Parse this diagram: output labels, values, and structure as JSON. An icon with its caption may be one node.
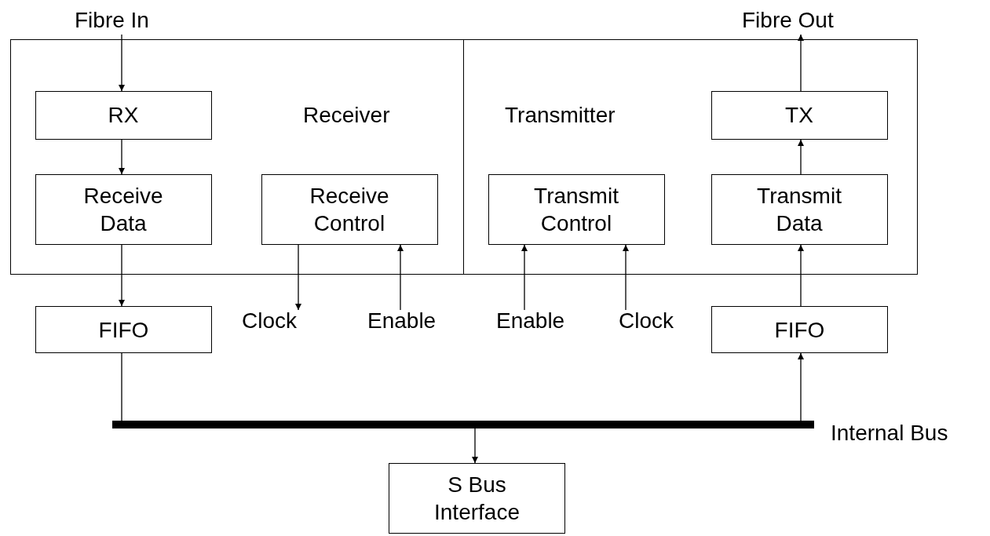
{
  "diagram": {
    "nodes": [
      {
        "text": [
          "Fibre In"
        ]
      },
      {
        "text": [
          "Fibre Out"
        ]
      },
      {
        "text": [
          "Receiver"
        ]
      },
      {
        "text": [
          "RX"
        ],
        "in": 2
      },
      {
        "text": [
          "Receive Data"
        ],
        "in": 2
      },
      {
        "text": [
          "Receive Control"
        ],
        "in": 2
      },
      {
        "text": [
          "Transmitter"
        ]
      },
      {
        "text": [
          "TX"
        ],
        "in": 6
      },
      {
        "text": [
          "Transmit Control"
        ],
        "in": 6
      },
      {
        "text": [
          "Transmit Data"
        ],
        "in": 6
      },
      {
        "text": [
          "Clock"
        ]
      },
      {
        "text": [
          "Enable"
        ]
      },
      {
        "text": [
          "Enable"
        ]
      },
      {
        "text": [
          "Clock"
        ]
      },
      {
        "text": [
          "FIFO"
        ]
      },
      {
        "text": [
          "FIFO"
        ]
      },
      {
        "text": [],
        "shape": "bar",
        "beside": [
          "Internal Bus"
        ]
      },
      {
        "text": [
          "S Bus Interface"
        ]
      }
    ],
    "edges": [
      {
        "from": 0,
        "to": 3,
        "arrow": "to"
      },
      {
        "from": 3,
        "to": 4,
        "arrow": "to"
      },
      {
        "from": 4,
        "to": 14,
        "arrow": "to"
      },
      {
        "from": 5,
        "to": 10,
        "arrow": "to"
      },
      {
        "from": 11,
        "to": 5,
        "arrow": "to"
      },
      {
        "from": 12,
        "to": 8,
        "arrow": "to"
      },
      {
        "from": 13,
        "to": 8,
        "arrow": "to"
      },
      {
        "from": 9,
        "to": 7,
        "arrow": "to"
      },
      {
        "from": 7,
        "to": 1,
        "arrow": "to"
      },
      {
        "from": 15,
        "to": 9,
        "arrow": "to"
      },
      {
        "from": 16,
        "to": 15,
        "arrow": "to"
      },
      {
        "from": 14,
        "to": 16,
        "arrow": "none"
      },
      {
        "from": 16,
        "to": 17,
        "arrow": "to"
      }
    ]
  }
}
